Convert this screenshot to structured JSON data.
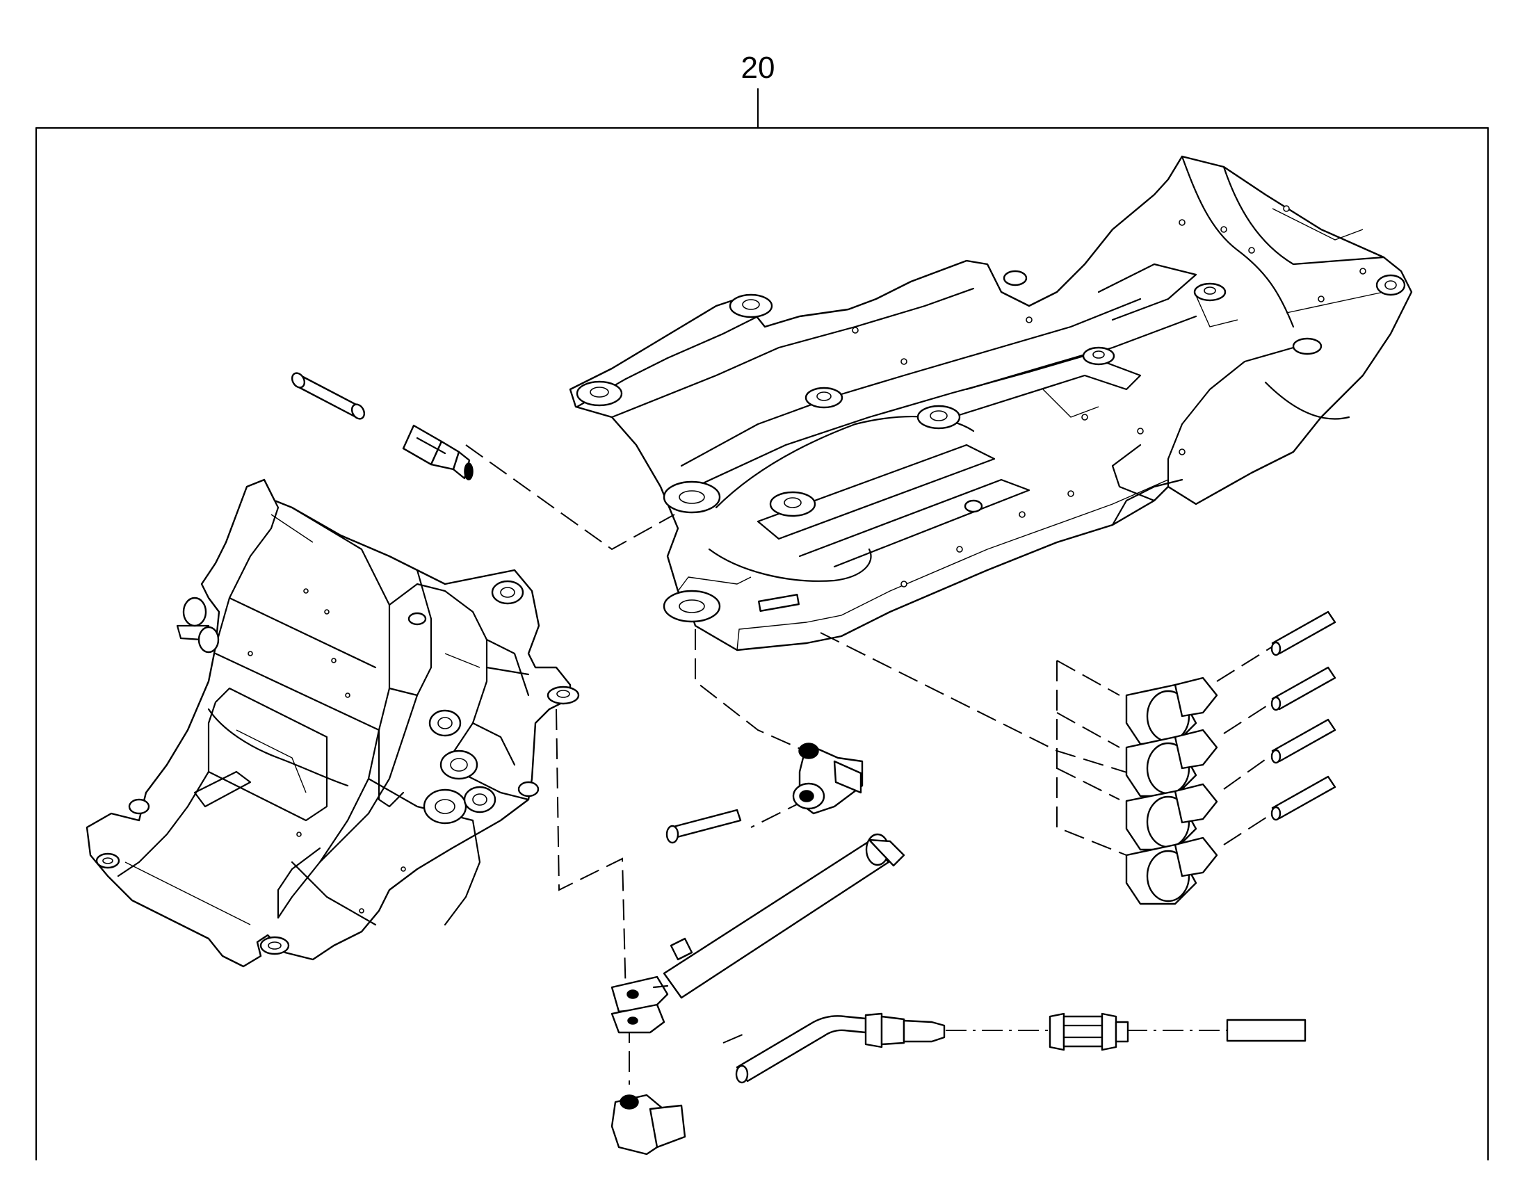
{
  "diagram": {
    "callout_label": "20",
    "colors": {
      "line": "#000000",
      "background": "#ffffff"
    },
    "parts": [
      "rear-chassis-frame",
      "front-chassis-frame",
      "hydraulic-cylinder",
      "hose-assembly",
      "straight-fitting",
      "elbow-fitting",
      "fitting-group",
      "hose-sleeve"
    ]
  }
}
